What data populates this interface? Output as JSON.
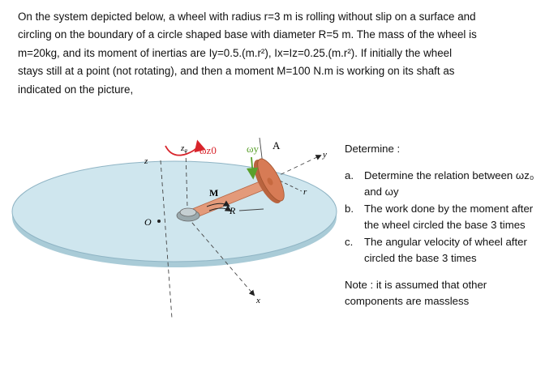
{
  "problem": {
    "line1": "On the system depicted below, a wheel with radius r=3 m is rolling without slip on a surface and",
    "line2": "circling on the boundary of a circle shaped base with diameter R=5 m. The mass of the wheel is",
    "line3": "m=20kg, and its moment of inertias are Iy=0.5.(m.r²), Ix=Iz=0.25.(m.r²). If initially the wheel",
    "line4": "stays still at a point (not rotating), and then a moment M=100 N.m is working on its shaft as",
    "line5": "indicated on the picture,"
  },
  "figure": {
    "label_z": "z",
    "label_z0": "z₀",
    "label_omega_z0": "ωz0",
    "label_omega_y": "ωy",
    "label_A": "A",
    "label_y": "y",
    "label_r": "r",
    "label_M": "M",
    "label_R": "R",
    "label_O": "O",
    "label_x": "x",
    "colors": {
      "disk": "#cfe6ee",
      "disk_edge": "#8fb4c4",
      "shaft": "#e39a7a",
      "wheel": "#d77b55",
      "arrow_red": "#d8242b",
      "arrow_green": "#5aa02c"
    }
  },
  "side": {
    "heading": "Determine :",
    "items": [
      {
        "label": "a.",
        "text": "Determine the relation between ωz₀ and ωy"
      },
      {
        "label": "b.",
        "text": "The work done by the moment after the wheel circled the base 3 times"
      },
      {
        "label": "c.",
        "text": "The angular velocity of wheel after circled the base 3 times"
      }
    ],
    "note": "Note : it is assumed that other components are massless"
  }
}
